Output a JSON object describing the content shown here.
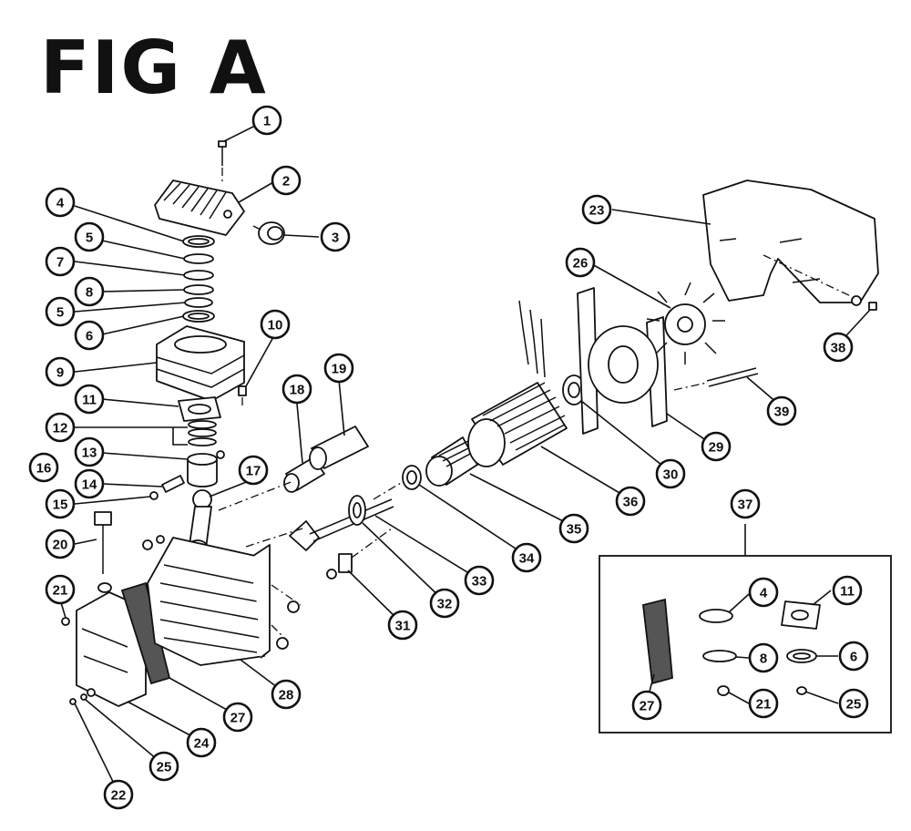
{
  "figure": {
    "title": "FIG A"
  },
  "callouts": [
    {
      "id": "c1",
      "label": "1"
    },
    {
      "id": "c2",
      "label": "2"
    },
    {
      "id": "c3",
      "label": "3"
    },
    {
      "id": "c4",
      "label": "4"
    },
    {
      "id": "c5a",
      "label": "5"
    },
    {
      "id": "c7",
      "label": "7"
    },
    {
      "id": "c8",
      "label": "8"
    },
    {
      "id": "c5b",
      "label": "5"
    },
    {
      "id": "c6",
      "label": "6"
    },
    {
      "id": "c9",
      "label": "9"
    },
    {
      "id": "c10",
      "label": "10"
    },
    {
      "id": "c11",
      "label": "11"
    },
    {
      "id": "c12",
      "label": "12"
    },
    {
      "id": "c13",
      "label": "13"
    },
    {
      "id": "c16",
      "label": "16"
    },
    {
      "id": "c14",
      "label": "14"
    },
    {
      "id": "c15",
      "label": "15"
    },
    {
      "id": "c17",
      "label": "17"
    },
    {
      "id": "c18",
      "label": "18"
    },
    {
      "id": "c19",
      "label": "19"
    },
    {
      "id": "c20",
      "label": "20"
    },
    {
      "id": "c21",
      "label": "21"
    },
    {
      "id": "c22",
      "label": "22"
    },
    {
      "id": "c23",
      "label": "23"
    },
    {
      "id": "c24",
      "label": "24"
    },
    {
      "id": "c25",
      "label": "25"
    },
    {
      "id": "c26",
      "label": "26"
    },
    {
      "id": "c27",
      "label": "27"
    },
    {
      "id": "c28",
      "label": "28"
    },
    {
      "id": "c29",
      "label": "29"
    },
    {
      "id": "c30",
      "label": "30"
    },
    {
      "id": "c31",
      "label": "31"
    },
    {
      "id": "c32",
      "label": "32"
    },
    {
      "id": "c33",
      "label": "33"
    },
    {
      "id": "c34",
      "label": "34"
    },
    {
      "id": "c35",
      "label": "35"
    },
    {
      "id": "c36",
      "label": "36"
    },
    {
      "id": "c37",
      "label": "37"
    },
    {
      "id": "c38",
      "label": "38"
    },
    {
      "id": "c39",
      "label": "39"
    }
  ],
  "kit_callouts": [
    {
      "id": "k4",
      "label": "4"
    },
    {
      "id": "k11",
      "label": "11"
    },
    {
      "id": "k8",
      "label": "8"
    },
    {
      "id": "k6",
      "label": "6"
    },
    {
      "id": "k27",
      "label": "27"
    },
    {
      "id": "k21",
      "label": "21"
    },
    {
      "id": "k25",
      "label": "25"
    }
  ]
}
